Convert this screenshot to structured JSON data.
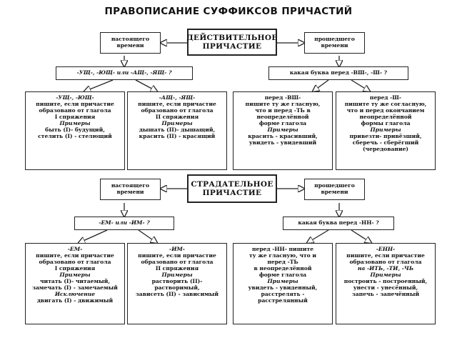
{
  "title": "ПРАВОПИСАНИЕ СУФФИКСОВ ПРИЧАСТИЙ",
  "active": {
    "center": [
      "ДЕЙСТВИТЕЛЬНОЕ",
      "ПРИЧАСТИЕ"
    ],
    "present": [
      "настоящего",
      "времени"
    ],
    "past": [
      "прошедшего",
      "времени"
    ],
    "q_left": "-УЩ-, -ЮЩ- или -АЩ-, -ЯЩ- ?",
    "q_right": "какая буква перед -ВШ-, -Ш- ?",
    "box1": [
      "-УЩ-, -ЮЩ-",
      "пишите, если причастие",
      "образовано от глагола",
      "I спряжения",
      "Примеры",
      "быть (I)- будущий,",
      "стелить (I) - стелющий"
    ],
    "box2": [
      "-АЩ-, -ЯЩ-",
      "пишите, если причастие",
      "образовано от глагола",
      "II спряжения",
      "Примеры",
      "дышать (II)- дышащий,",
      "красить (II) - красящий"
    ],
    "box3": [
      "перед -ВШ-",
      "пишите ту же гласную,",
      "что и перед -ТЬ в",
      "неопределённой",
      "форме глагола",
      "Примеры",
      "красить - красивший,",
      "увидеть - увидевший"
    ],
    "box4": [
      "перед -Ш-",
      "пишите ту же согласную,",
      "что и перед окончанием",
      "неопределённой",
      "формы глагола",
      "Примеры",
      "привезти- привёзший,",
      "сберечь - сберёгший",
      "(чередование)"
    ]
  },
  "passive": {
    "center": [
      "СТРАДАТЕЛЬНОЕ",
      "ПРИЧАСТИЕ"
    ],
    "present": [
      "настоящего",
      "времени"
    ],
    "past": [
      "прошедшего",
      "времени"
    ],
    "q_left": "-ЕМ- или -ИМ- ?",
    "q_right": "какая буква перед -НН- ?",
    "box1": [
      "-ЕМ-",
      "пишите, если причастие",
      "образовано от глагола",
      "I спряжения",
      "Примеры",
      "читать (I)- читаемый,",
      "замечать (I) - замечаемый",
      "Исключение",
      "двигать (I) - движимый"
    ],
    "box2": [
      "-ИМ-",
      "пишите, если причастие",
      "образовано от глагола",
      "II спряжения",
      "Примеры",
      "растворить (II)-",
      "растворимый,",
      "зависеть (II) - зависимый"
    ],
    "box3": [
      "перед -НН- пишите",
      "ту же гласную, что и",
      "перед -ТЬ",
      "в неопределённой",
      "форме глагола",
      "Примеры",
      "увидеть - увиденный,",
      "расстрелять -",
      "расстрелянный"
    ],
    "box4": [
      "-ЕНН-",
      "пишите, если причастие",
      "образовано от глагола",
      "на -ИТЬ, -ТИ, -ЧЬ",
      "Примеры",
      "построить - построенный,",
      "унести - унесённый,",
      "запечь - запечённый"
    ]
  }
}
